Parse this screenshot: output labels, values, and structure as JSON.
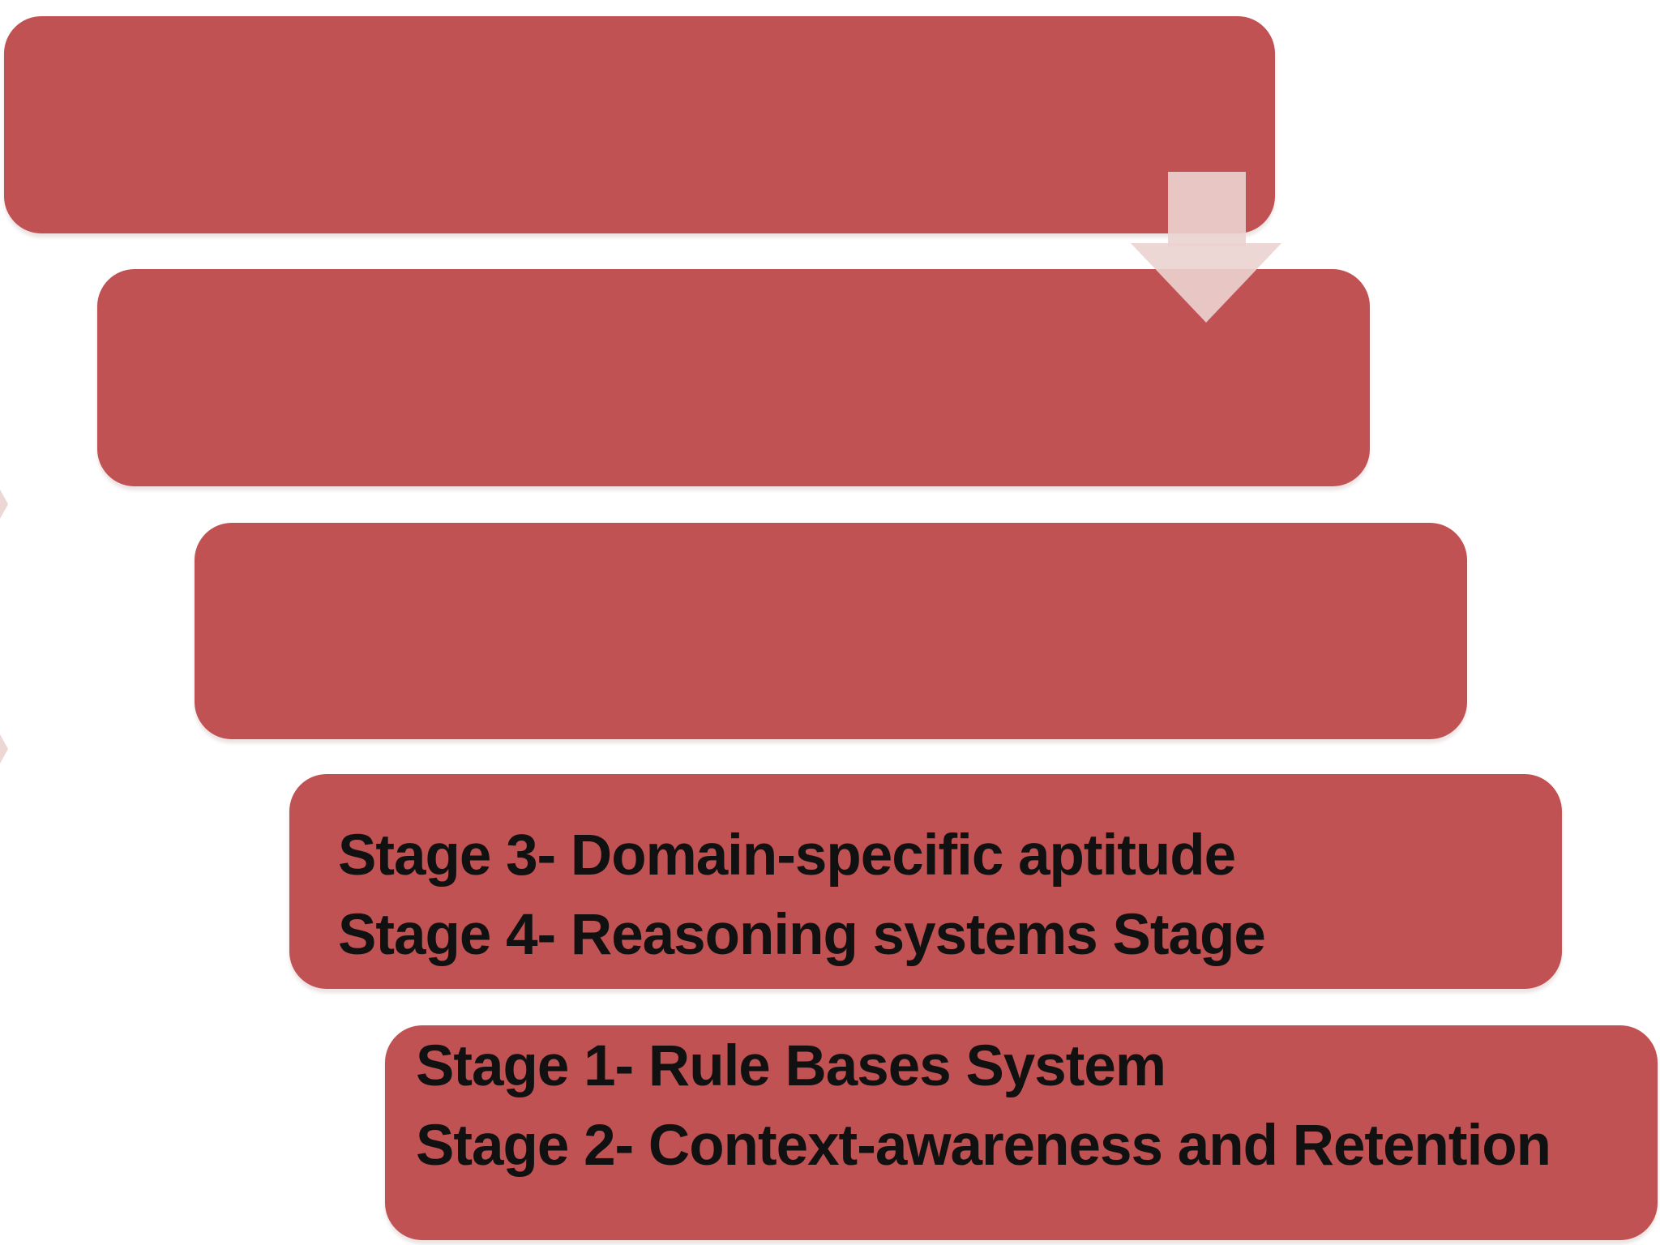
{
  "diagram": {
    "type": "stepped-process-list",
    "colors": {
      "box": "#c05253",
      "arrow": "#ebd3d0",
      "text": "#111111",
      "background": "#ffffff"
    },
    "boxes": [
      {
        "name": "step-1",
        "lines": [
          "",
          ""
        ]
      },
      {
        "name": "step-2",
        "lines": [
          "",
          ""
        ]
      },
      {
        "name": "step-3",
        "lines": [
          "",
          ""
        ]
      },
      {
        "name": "step-4",
        "lines": [
          "Stage 3- Domain-specific aptitude",
          "Stage 4- Reasoning systems Stage"
        ]
      },
      {
        "name": "step-5",
        "lines": [
          "Stage 1- Rule Bases System",
          "Stage 2- Context-awareness and Retention"
        ]
      }
    ],
    "arrow": {
      "name": "down-arrow"
    }
  }
}
